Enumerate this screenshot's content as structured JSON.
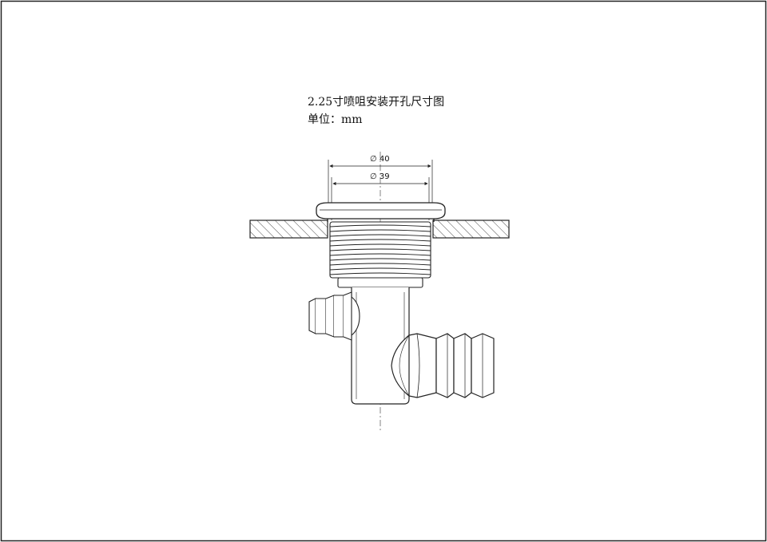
{
  "drawing": {
    "title": "2.25寸喷咀安装开孔尺寸图",
    "unit_label": "单位：mm",
    "dimensions": {
      "outer_diameter": "∅ 40",
      "hole_diameter": "∅ 39"
    }
  }
}
